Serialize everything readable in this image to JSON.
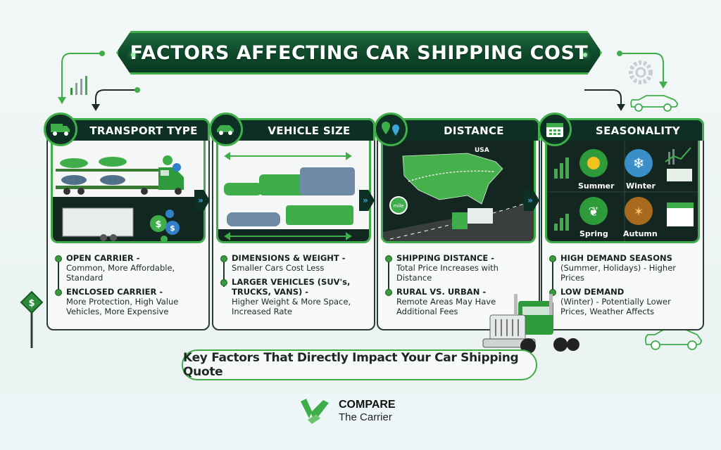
{
  "title": "FACTORS AFFECTING CAR SHIPPING COST",
  "colors": {
    "brand_green": "#3fae4a",
    "dark_green": "#0d2f24",
    "accent_blue": "#3ba6d9",
    "text_dark": "#16211c"
  },
  "panels": [
    {
      "title": "TRANSPORT TYPE",
      "icon": "truck-icon",
      "bullets": [
        {
          "head": "OPEN CARRIER -",
          "text": "Common, More Affordable, Standard"
        },
        {
          "head": "ENCLOSED CARRIER -",
          "text": "More Protection, High Value Vehicles, More Expensive"
        }
      ]
    },
    {
      "title": "VEHICLE SIZE",
      "icon": "car-icon",
      "bullets": [
        {
          "head": "DIMENSIONS & WEIGHT -",
          "text": "Smaller Cars Cost Less"
        },
        {
          "head": "LARGER VEHICLES (SUV's, TRUCKS, VANS) -",
          "text": "Higher Weight & More Space, Increased Rate"
        }
      ]
    },
    {
      "title": "DISTANCE",
      "icon": "map-pin-icon",
      "map_label": "USA",
      "sign_label": "mile",
      "bullets": [
        {
          "head": "SHIPPING DISTANCE -",
          "text": "Total Price Increases with Distance"
        },
        {
          "head": "RURAL VS. URBAN -",
          "text": "Remote Areas May Have Additional Fees"
        }
      ]
    },
    {
      "title": "SEASONALITY",
      "icon": "calendar-icon",
      "seasons": [
        "Summer",
        "Winter",
        "Spring",
        "Autumn"
      ],
      "bullets": [
        {
          "head": "HIGH DEMAND SEASONS",
          "text": "(Summer, Holidays) - Higher Prices"
        },
        {
          "head": "LOW DEMAND",
          "text": "(Winter) - Potentially Lower Prices, Weather Affects"
        }
      ]
    }
  ],
  "arrow_glyph": "»",
  "bottom_banner": "Key Factors That Directly Impact Your Car Shipping Quote",
  "logo": {
    "name": "COMPARE",
    "sub": "The Carrier"
  },
  "dollar_sign": "$"
}
